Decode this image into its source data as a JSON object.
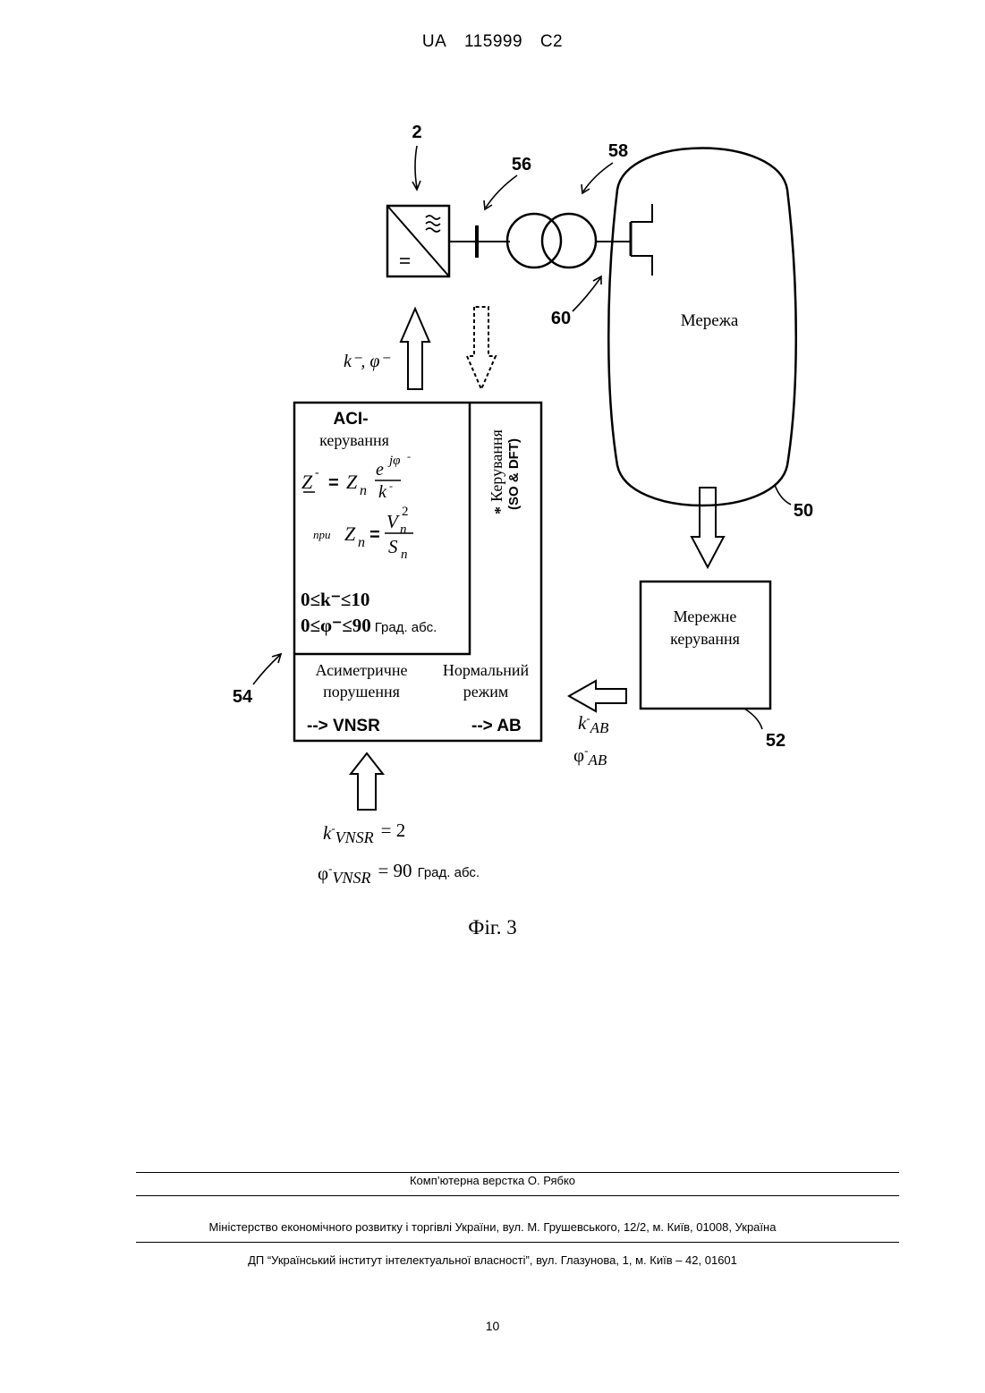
{
  "header": {
    "country": "UA",
    "number": "115999",
    "kind": "C2"
  },
  "figure": {
    "refs": {
      "converter": "2",
      "switch": "56",
      "transformer": "58",
      "line": "60",
      "network": "50",
      "aci_unit": "54",
      "net_control": "52"
    },
    "network_label": "Мережа",
    "net_control_label": [
      "Мережне",
      "керування"
    ],
    "aci_title": "ACI-",
    "aci_subtitle": "керування",
    "formula_z": {
      "lhs": "Z",
      "sup_minus": "-",
      "eq": "=",
      "zn": "Z",
      "n": "n",
      "num": "e",
      "num_sup": "jφ",
      "den": "k"
    },
    "formula_zn": {
      "prefix": "при",
      "zn": "Z",
      "n": "n",
      "eq": "=",
      "num": "V",
      "num_sub": "n",
      "num_sup": "2",
      "den": "S",
      "den_sub": "n"
    },
    "range_k": "0≤k⁻≤10",
    "range_phi": {
      "text": "0≤φ⁻≤90",
      "unit": "Град. абс."
    },
    "side_label": {
      "star": "*",
      "line1": "Керування",
      "line2": "(SO & DFT)"
    },
    "asym": [
      "Асиметричне",
      "порушення"
    ],
    "asym_out": "--> VNSR",
    "normal": [
      "Нормальний",
      "режим"
    ],
    "normal_out": "--> AB",
    "up_label": "k⁻, φ⁻",
    "right_in": {
      "k": "k",
      "k_sub": "AB",
      "phi": "φ",
      "phi_sub": "AB",
      "minus": "-"
    },
    "bottom_in": {
      "k": "k",
      "k_sub": "VNSR",
      "k_val": "= 2",
      "phi": "φ",
      "phi_sub": "VNSR",
      "phi_val": "= 90",
      "unit": "Град. абс.",
      "minus": "-"
    },
    "caption": "Фіг. 3"
  },
  "footer": {
    "composer": "Комп’ютерна верстка О. Рябко",
    "ministry": "Міністерство економічного розвитку і торгівлі України, вул. М. Грушевського, 12/2, м. Київ, 01008, Україна",
    "institute": "ДП “Український інститут інтелектуальної власності”, вул. Глазунова, 1, м. Київ – 42, 01601"
  },
  "page_number": "10"
}
